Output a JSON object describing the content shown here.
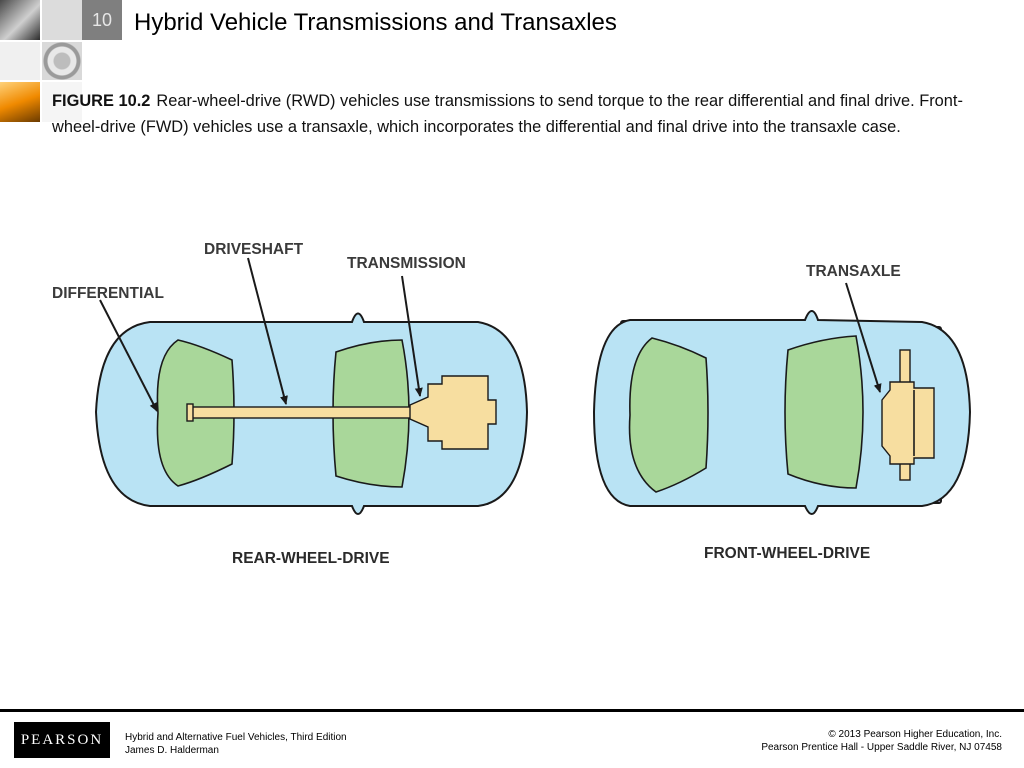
{
  "header": {
    "chapter_number": "10",
    "title": "Hybrid Vehicle Transmissions and Transaxles"
  },
  "caption": {
    "figure_label": "FIGURE 10.2",
    "text": "Rear-wheel-drive (RWD) vehicles use transmissions to send torque to the rear differential and final drive. Front-wheel-drive (FWD) vehicles use a transaxle, which incorporates the differential and final drive into the transaxle case."
  },
  "figure": {
    "labels": {
      "driveshaft": "DRIVESHAFT",
      "transmission": "TRANSMISSION",
      "differential": "DIFFERENTIAL",
      "transaxle": "TRANSAXLE",
      "rwd": "REAR-WHEEL-DRIVE",
      "fwd": "FRONT-WHEEL-DRIVE"
    },
    "colors": {
      "body": "#b9e3f4",
      "outline": "#1a1a1a",
      "seats": "#a9d79a",
      "drivetrain": "#f7dea0",
      "wheels": "#b7b3d6"
    }
  },
  "footer": {
    "logo": "PEARSON",
    "book_title": "Hybrid and Alternative Fuel Vehicles, Third Edition",
    "author": "James D. Halderman",
    "copyright": "© 2013  Pearson Higher Education, Inc.",
    "publisher": "Pearson Prentice Hall - Upper Saddle River, NJ 07458"
  }
}
